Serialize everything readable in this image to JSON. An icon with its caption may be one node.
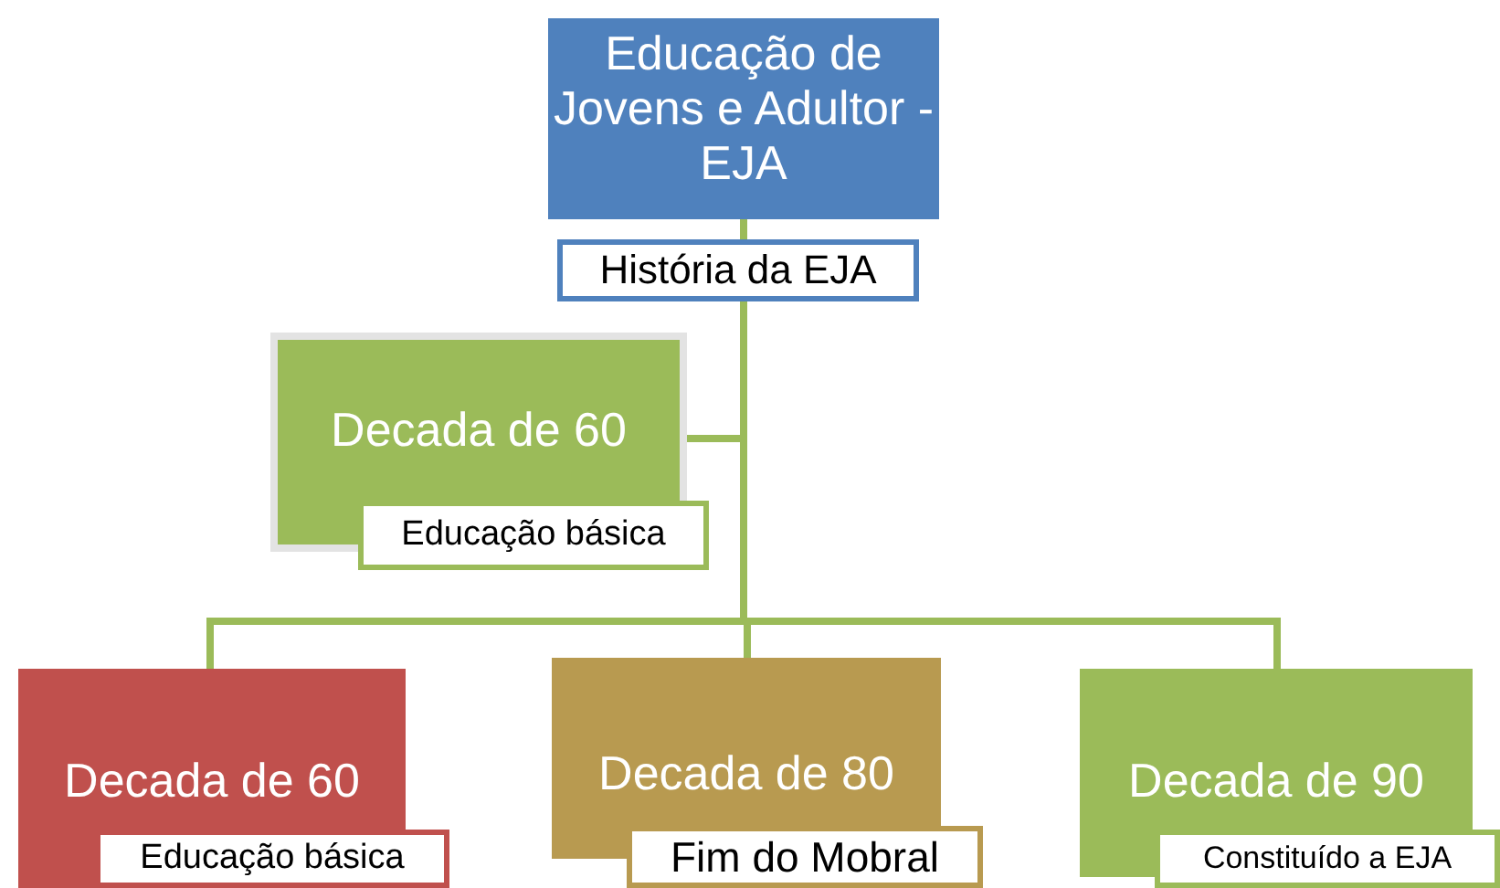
{
  "diagram": {
    "nodes": [
      {
        "text": [
          "Educação de Jovens e Adultor - EJA"
        ]
      },
      {
        "text": [
          "História da EJA"
        ]
      },
      {
        "text": [
          "Decada de 60",
          "Educação básica"
        ]
      },
      {
        "text": [
          "Decada de 60",
          "Educação básica"
        ]
      },
      {
        "text": [
          "Decada de 80",
          "Fim do Mobral"
        ]
      },
      {
        "text": [
          "Decada de 90",
          "Constituído a EJA"
        ]
      }
    ],
    "edges": [
      {
        "from": 0,
        "to": 1,
        "arrow": "none"
      },
      {
        "from": 1,
        "to": 2,
        "arrow": "none"
      },
      {
        "from": 1,
        "to": 3,
        "arrow": "none"
      },
      {
        "from": 1,
        "to": 4,
        "arrow": "none"
      },
      {
        "from": 1,
        "to": 5,
        "arrow": "none"
      }
    ]
  }
}
